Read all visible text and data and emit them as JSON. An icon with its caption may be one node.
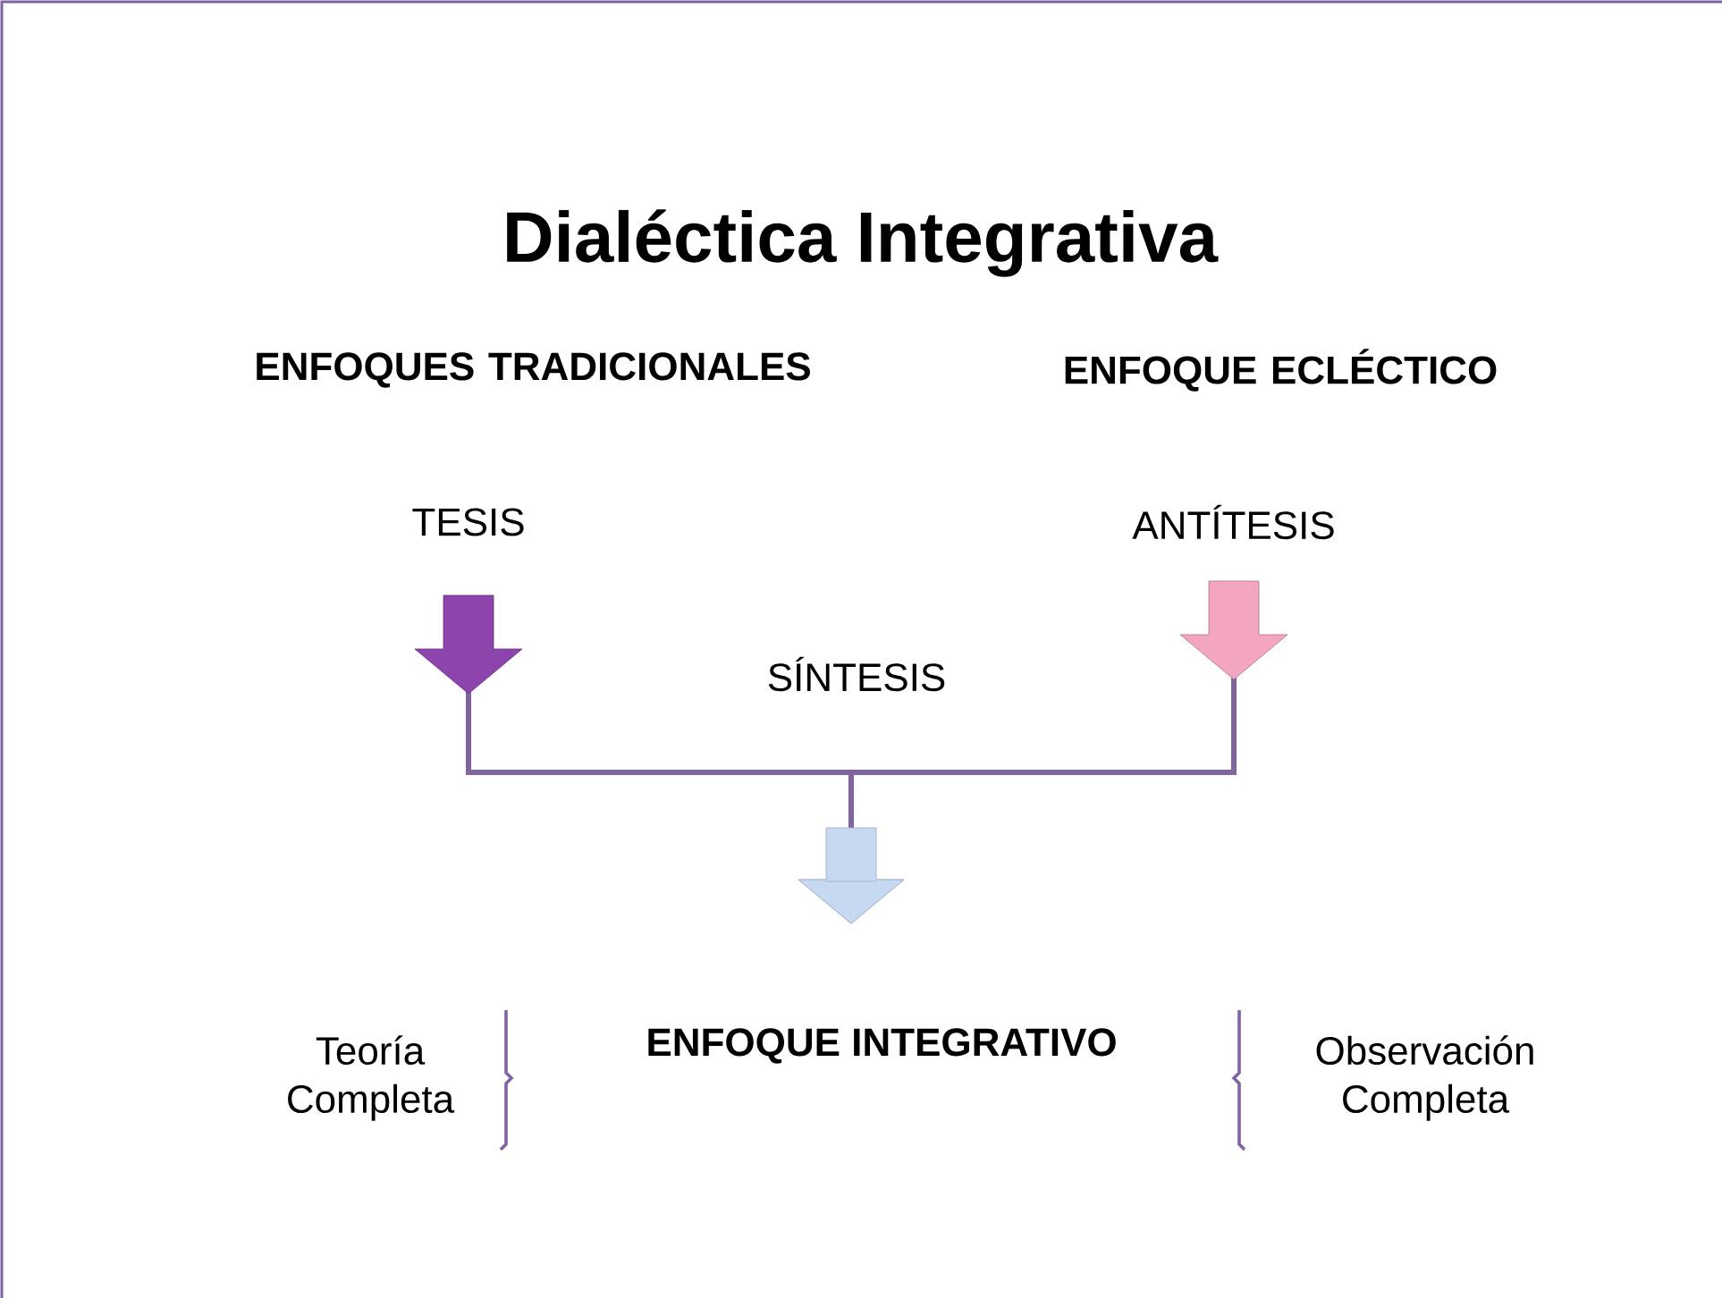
{
  "diagram": {
    "title": "Dialéctica Integrativa",
    "nodes": [
      {
        "text": [
          "TESIS"
        ]
      },
      {
        "text": [
          "ANTÍTESIS"
        ]
      },
      {
        "text": [
          "ENFOQUE INTEGRATIVO"
        ]
      }
    ],
    "edges": [
      {
        "from": 0,
        "to": 2,
        "arrow": "to"
      },
      {
        "from": 1,
        "to": 2,
        "arrow": "to"
      }
    ],
    "labels": [
      "ENFOQUES TRADICIONALES",
      "ENFOQUE ECLÉCTICO",
      "SÍNTESIS",
      "Teoría Completa",
      "Observación Completa"
    ]
  }
}
